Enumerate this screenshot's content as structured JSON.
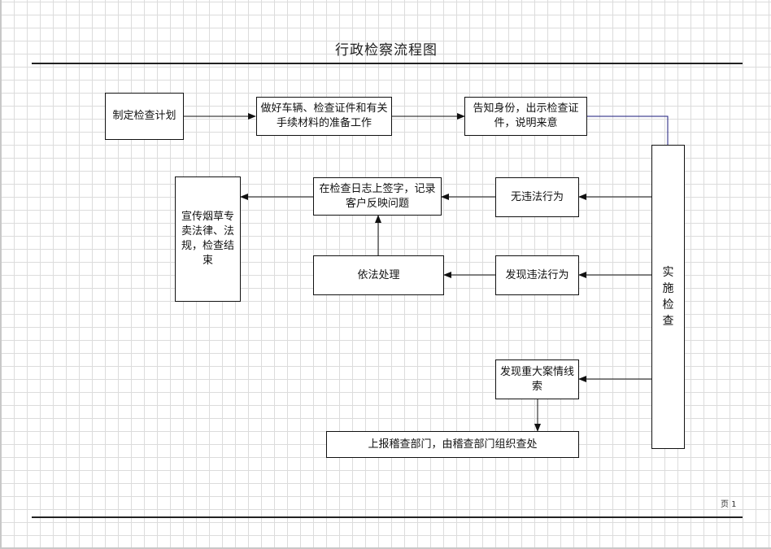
{
  "diagram": {
    "title": "行政检察流程图",
    "page_label": "页 1",
    "nodes": {
      "plan": "制定检查计划",
      "prepare": "做好车辆、检查证件和有关手续材料的准备工作",
      "identify": "告知身份，出示检查证件，说明来意",
      "inspect": "实施检查",
      "no_violation": "无违法行为",
      "sign_log": "在检查日志上签字，记录客户反映问题",
      "publicize_end": "宣传烟草专卖法律、法规，检查结束",
      "violation_found": "发现违法行为",
      "handle_by_law": "依法处理",
      "major_case": "发现重大案情线索",
      "report": "上报稽查部门，由稽查部门组织查处"
    },
    "edges": [
      {
        "from": "plan",
        "to": "prepare"
      },
      {
        "from": "prepare",
        "to": "identify"
      },
      {
        "from": "identify",
        "to": "inspect"
      },
      {
        "from": "inspect",
        "to": "no_violation"
      },
      {
        "from": "inspect",
        "to": "violation_found"
      },
      {
        "from": "inspect",
        "to": "major_case"
      },
      {
        "from": "no_violation",
        "to": "sign_log"
      },
      {
        "from": "sign_log",
        "to": "publicize_end"
      },
      {
        "from": "violation_found",
        "to": "handle_by_law"
      },
      {
        "from": "handle_by_law",
        "to": "sign_log"
      },
      {
        "from": "major_case",
        "to": "report"
      }
    ],
    "colors": {
      "line": "#111111",
      "highlight_connector": "#1a1a7a",
      "grid": "#dcdcdc"
    }
  }
}
